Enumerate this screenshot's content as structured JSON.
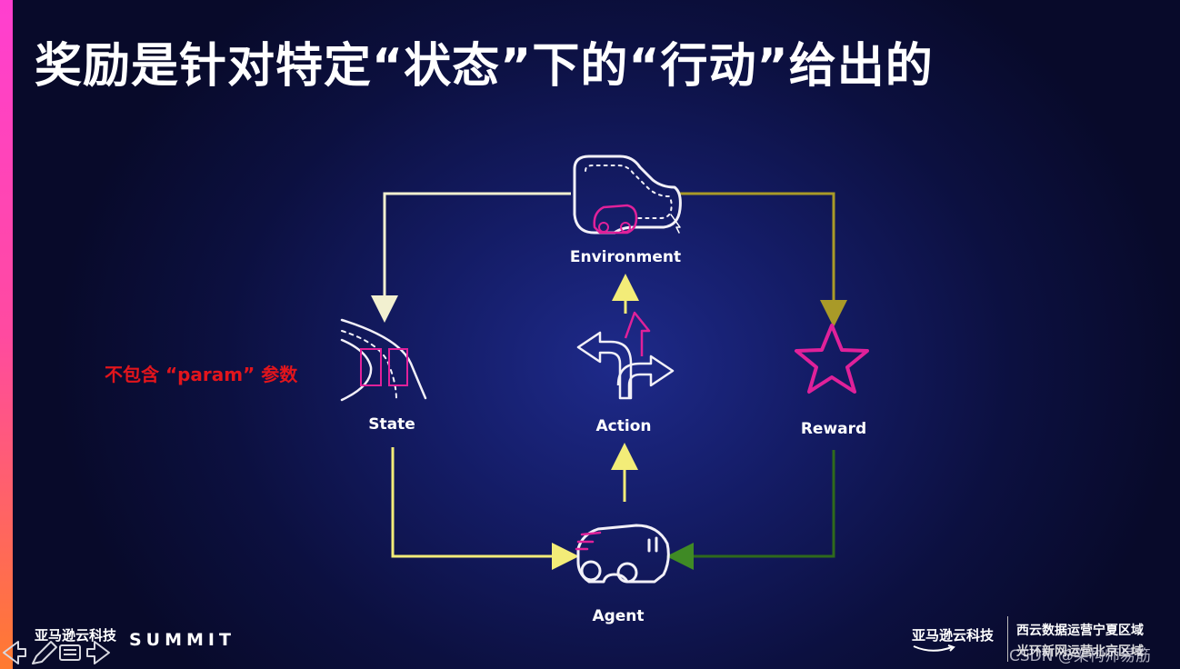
{
  "slide": {
    "title": "奖励是针对特定“状态”下的“行动”给出的",
    "annotation": "不包含 “param” 参数"
  },
  "nodes": {
    "environment": "Environment",
    "state": "State",
    "action": "Action",
    "reward": "Reward",
    "agent": "Agent"
  },
  "footer": {
    "brand_left": "亚马逊云科技",
    "summit": "SUMMIT",
    "brand_right": "亚马逊云科技",
    "region_line1": "西云数据运营宁夏区域",
    "region_line2": "光环新网运营北京区域",
    "watermark": "CSDN @架构师易筋"
  },
  "colors": {
    "background": "#141c66",
    "accent_left_bar": "#ff3fd0",
    "arrow_white": "#f2f0d0",
    "arrow_yellow": "#f3ec78",
    "arrow_olive": "#a99a28",
    "arrow_green": "#2f6a1c",
    "icon_magenta": "#e0219a",
    "annotation_red": "#e2151c"
  },
  "icons": [
    "race-track-icon",
    "road-icon",
    "direction-arrows-icon",
    "star-icon",
    "car-icon"
  ]
}
